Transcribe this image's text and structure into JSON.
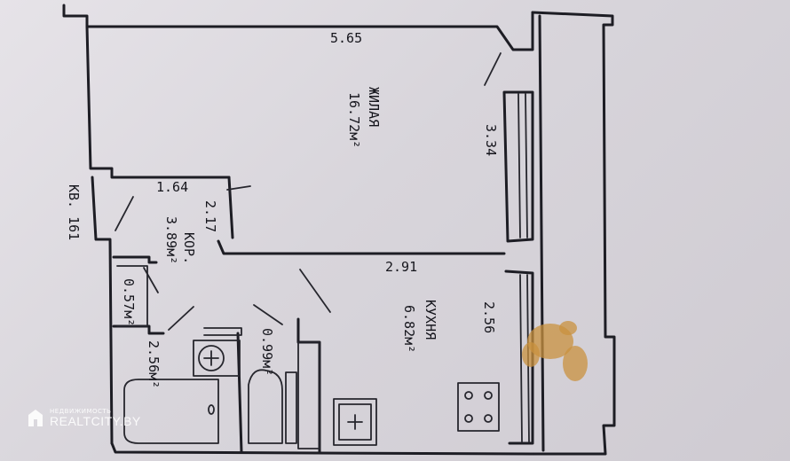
{
  "plan": {
    "apartment_label": "КВ. 161",
    "rooms": [
      {
        "name": "ЖИЛАЯ",
        "area": "16.72м²"
      },
      {
        "name": "КОР.",
        "area": "3.89м²"
      },
      {
        "name": "КУХНЯ",
        "area": "6.82м²"
      },
      {
        "name": "",
        "area": "0.57м²"
      },
      {
        "name": "",
        "area": "2.56м²"
      },
      {
        "name": "",
        "area": "0.99м²"
      }
    ],
    "dimensions": [
      "5.65",
      "3.34",
      "1.64",
      "2.17",
      "2.91",
      "2.56"
    ]
  },
  "watermark": {
    "small": "НЕДВИЖИМОСТЬ",
    "big": "REALTCITY.BY"
  }
}
